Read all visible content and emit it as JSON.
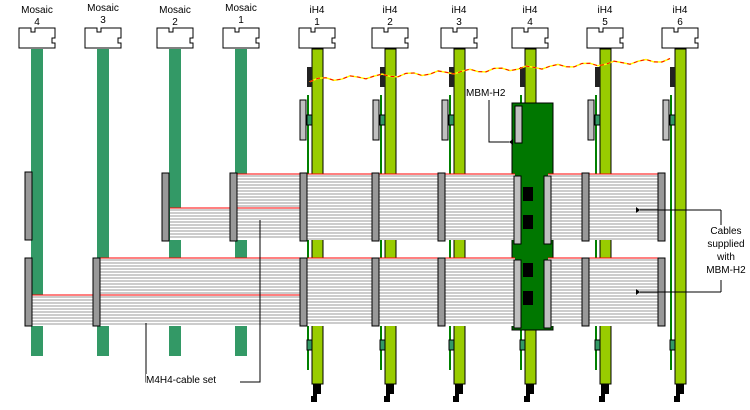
{
  "columns": [
    {
      "name": "Mosaic",
      "number": "4",
      "type": "mosaic"
    },
    {
      "name": "Mosaic",
      "number": "3",
      "type": "mosaic"
    },
    {
      "name": "Mosaic",
      "number": "2",
      "type": "mosaic"
    },
    {
      "name": "Mosaic",
      "number": "1",
      "type": "mosaic"
    },
    {
      "name": "iH4",
      "number": "1",
      "type": "ih4"
    },
    {
      "name": "iH4",
      "number": "2",
      "type": "ih4"
    },
    {
      "name": "iH4",
      "number": "3",
      "type": "ih4"
    },
    {
      "name": "iH4",
      "number": "4",
      "type": "ih4"
    },
    {
      "name": "iH4",
      "number": "5",
      "type": "ih4"
    },
    {
      "name": "iH4",
      "number": "6",
      "type": "ih4"
    }
  ],
  "callouts": {
    "mbm": "MBM-H2",
    "cables": [
      "Cables",
      "supplied",
      "with",
      "MBM-H2"
    ],
    "m4h4": "M4H4-cable set"
  },
  "colors": {
    "mosaic_bar": "#339966",
    "ih4_bar": "#99cc00",
    "mbm_board": "#007700",
    "connector": "#c0c0c0",
    "cable_line": "#999999",
    "cable_edge": "#ff0000"
  }
}
